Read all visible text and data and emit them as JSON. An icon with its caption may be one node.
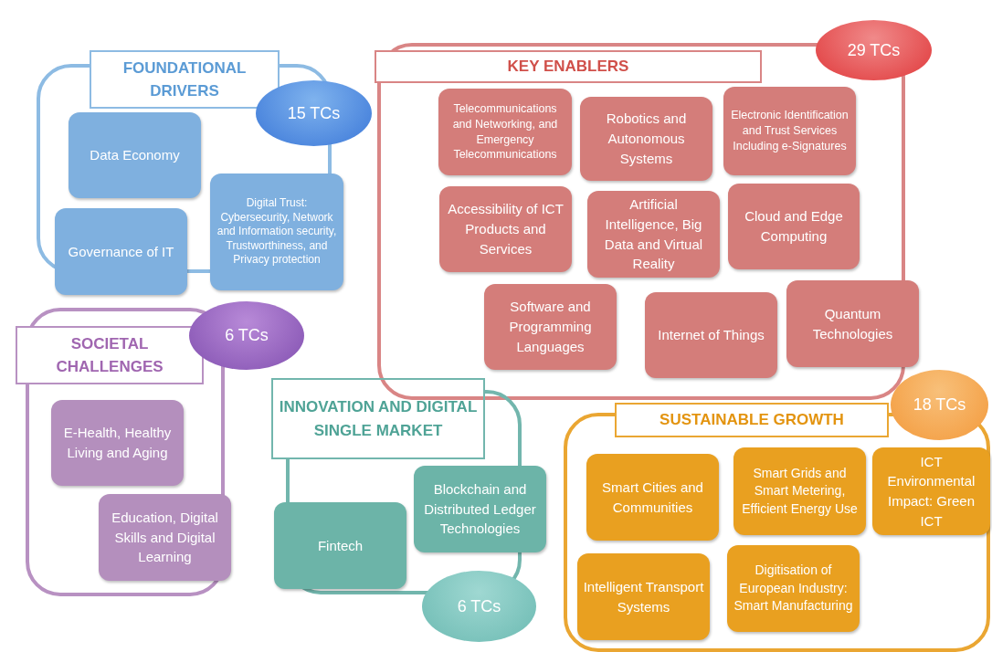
{
  "diagram": {
    "nodes": [
      {
        "text": [
          "FOUNDATIONAL DRIVERS"
        ]
      },
      {
        "text": [
          "15 TCs"
        ]
      },
      {
        "text": [
          "Data Economy"
        ],
        "in": 0
      },
      {
        "text": [
          "Governance of IT"
        ]
      },
      {
        "text": [
          "Digital Trust: Cybersecurity, Network and Information security, Trustworthiness, and Privacy protection"
        ]
      },
      {
        "text": [
          "KEY ENABLERS"
        ]
      },
      {
        "text": [
          "29 TCs"
        ]
      },
      {
        "text": [
          "Telecommunications and Networking, and Emergency Telecommunications"
        ],
        "in": 5
      },
      {
        "text": [
          "Robotics and Autonomous Systems"
        ],
        "in": 5
      },
      {
        "text": [
          "Electronic Identification and Trust Services Including e-Signatures"
        ],
        "in": 5
      },
      {
        "text": [
          "Accessibility of ICT Products and Services"
        ],
        "in": 5
      },
      {
        "text": [
          "Artificial Intelligence, Big Data and Virtual Reality"
        ],
        "in": 5
      },
      {
        "text": [
          "Cloud and Edge Computing"
        ],
        "in": 5
      },
      {
        "text": [
          "Software and Programming Languages"
        ],
        "in": 5
      },
      {
        "text": [
          "Internet of Things"
        ],
        "in": 5
      },
      {
        "text": [
          "Quantum Technologies"
        ],
        "in": 5
      },
      {
        "text": [
          "SOCIETAL CHALLENGES"
        ]
      },
      {
        "text": [
          "6 TCs"
        ]
      },
      {
        "text": [
          "E-Health, Healthy Living and Aging"
        ],
        "in": 16
      },
      {
        "text": [
          "Education, Digital Skills and Digital Learning"
        ],
        "in": 16
      },
      {
        "text": [
          "INNOVATION AND DIGITAL SINGLE MARKET"
        ]
      },
      {
        "text": [
          "6 TCs"
        ]
      },
      {
        "text": [
          "Fintech"
        ],
        "in": 20
      },
      {
        "text": [
          "Blockchain and Distributed Ledger Technologies"
        ]
      },
      {
        "text": [
          "SUSTAINABLE GROWTH"
        ]
      },
      {
        "text": [
          "18 TCs"
        ]
      },
      {
        "text": [
          "Smart Cities and Communities"
        ],
        "in": 24
      },
      {
        "text": [
          "Smart Grids and Smart Metering, Efficient Energy Use"
        ],
        "in": 24
      },
      {
        "text": [
          "ICT Environmental Impact: Green ICT"
        ],
        "in": 24
      },
      {
        "text": [
          "Intelligent Transport Systems"
        ],
        "in": 24
      },
      {
        "text": [
          "Digitisation of European Industry: Smart Manufacturing"
        ],
        "in": 24
      }
    ]
  }
}
